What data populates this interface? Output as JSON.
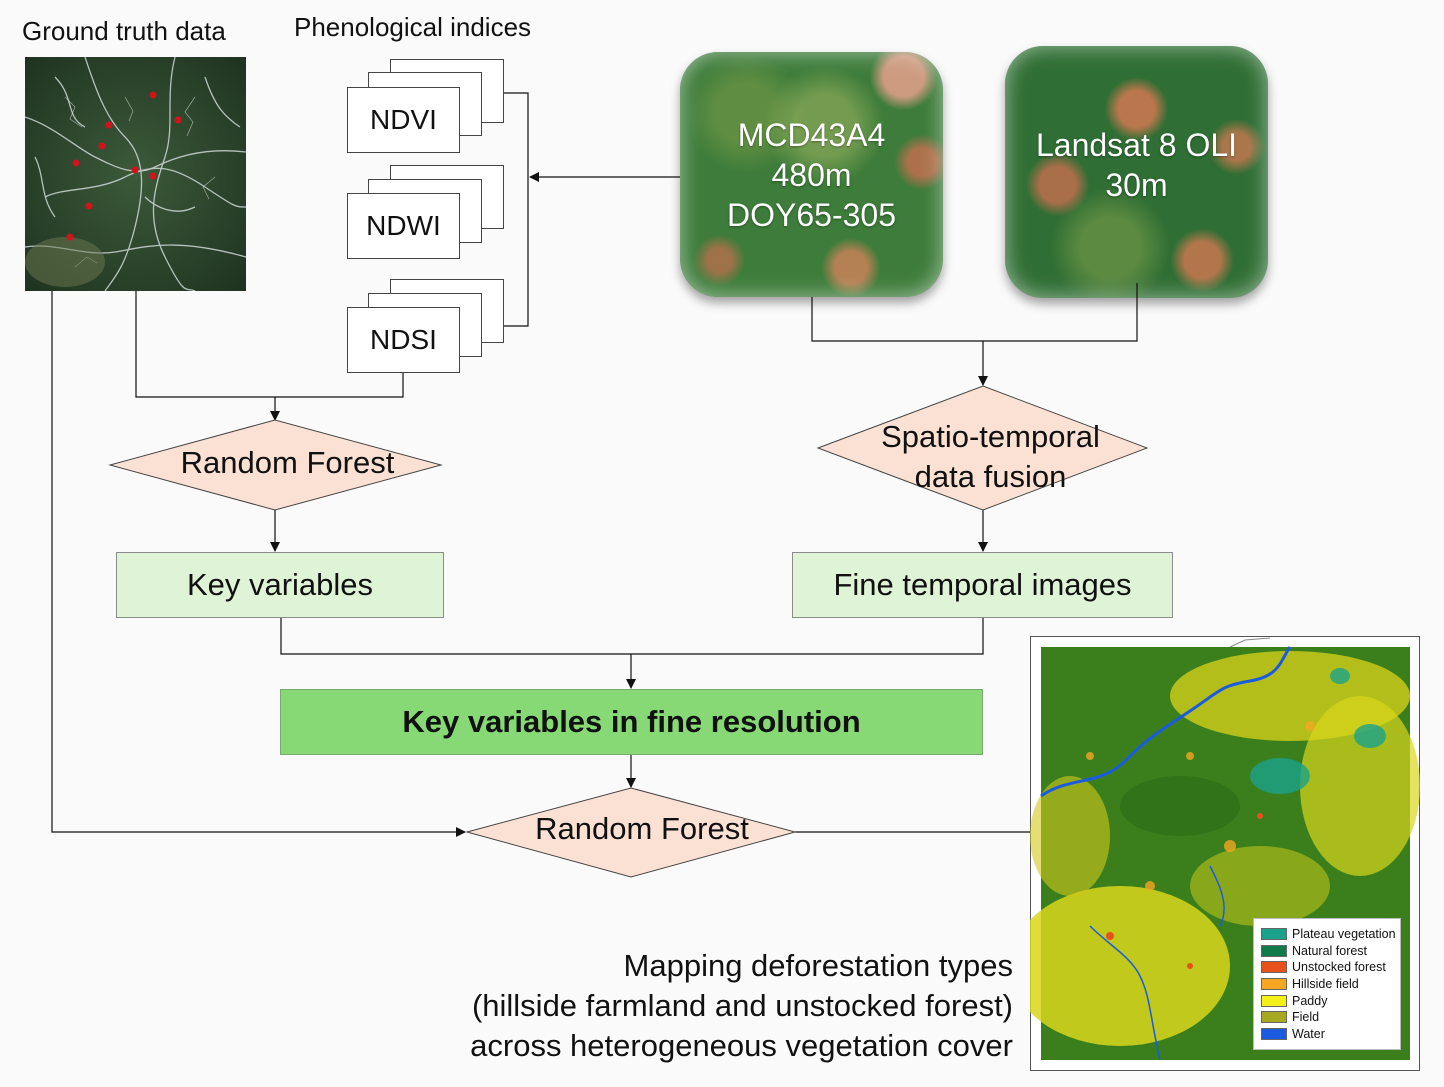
{
  "labels": {
    "ground_truth": "Ground truth data",
    "phenological": "Phenological indices"
  },
  "indices": [
    "NDVI",
    "NDWI",
    "NDSI"
  ],
  "sensors": {
    "modis": {
      "line1": "MCD43A4",
      "line2": "480m",
      "line3": "DOY65-305"
    },
    "landsat": {
      "line1": "Landsat 8 OLI",
      "line2": "30m"
    }
  },
  "process": {
    "rf_top": "Random Forest",
    "fusion_line1": "Spatio-temporal",
    "fusion_line2": "data fusion",
    "key_variables": "Key variables",
    "fine_images": "Fine temporal images",
    "key_fine": "Key variables in fine resolution",
    "rf_bottom": "Random Forest"
  },
  "caption": {
    "line1": "Mapping deforestation types",
    "line2": "(hillside farmland and unstocked forest)",
    "line3": "across heterogeneous vegetation cover"
  },
  "legend": [
    {
      "label": "Plateau vegetation",
      "color": "#1aa38a"
    },
    {
      "label": "Natural forest",
      "color": "#117a4a"
    },
    {
      "label": "Unstocked forest",
      "color": "#e8501c"
    },
    {
      "label": "Hillside field",
      "color": "#f5a623"
    },
    {
      "label": "Paddy",
      "color": "#f5f017"
    },
    {
      "label": "Field",
      "color": "#a6a820"
    },
    {
      "label": "Water",
      "color": "#1b5be0"
    }
  ],
  "colors": {
    "diamond_fill": "#fbe1d3",
    "box_light": "#dff3d6",
    "box_dark": "#86d975"
  }
}
